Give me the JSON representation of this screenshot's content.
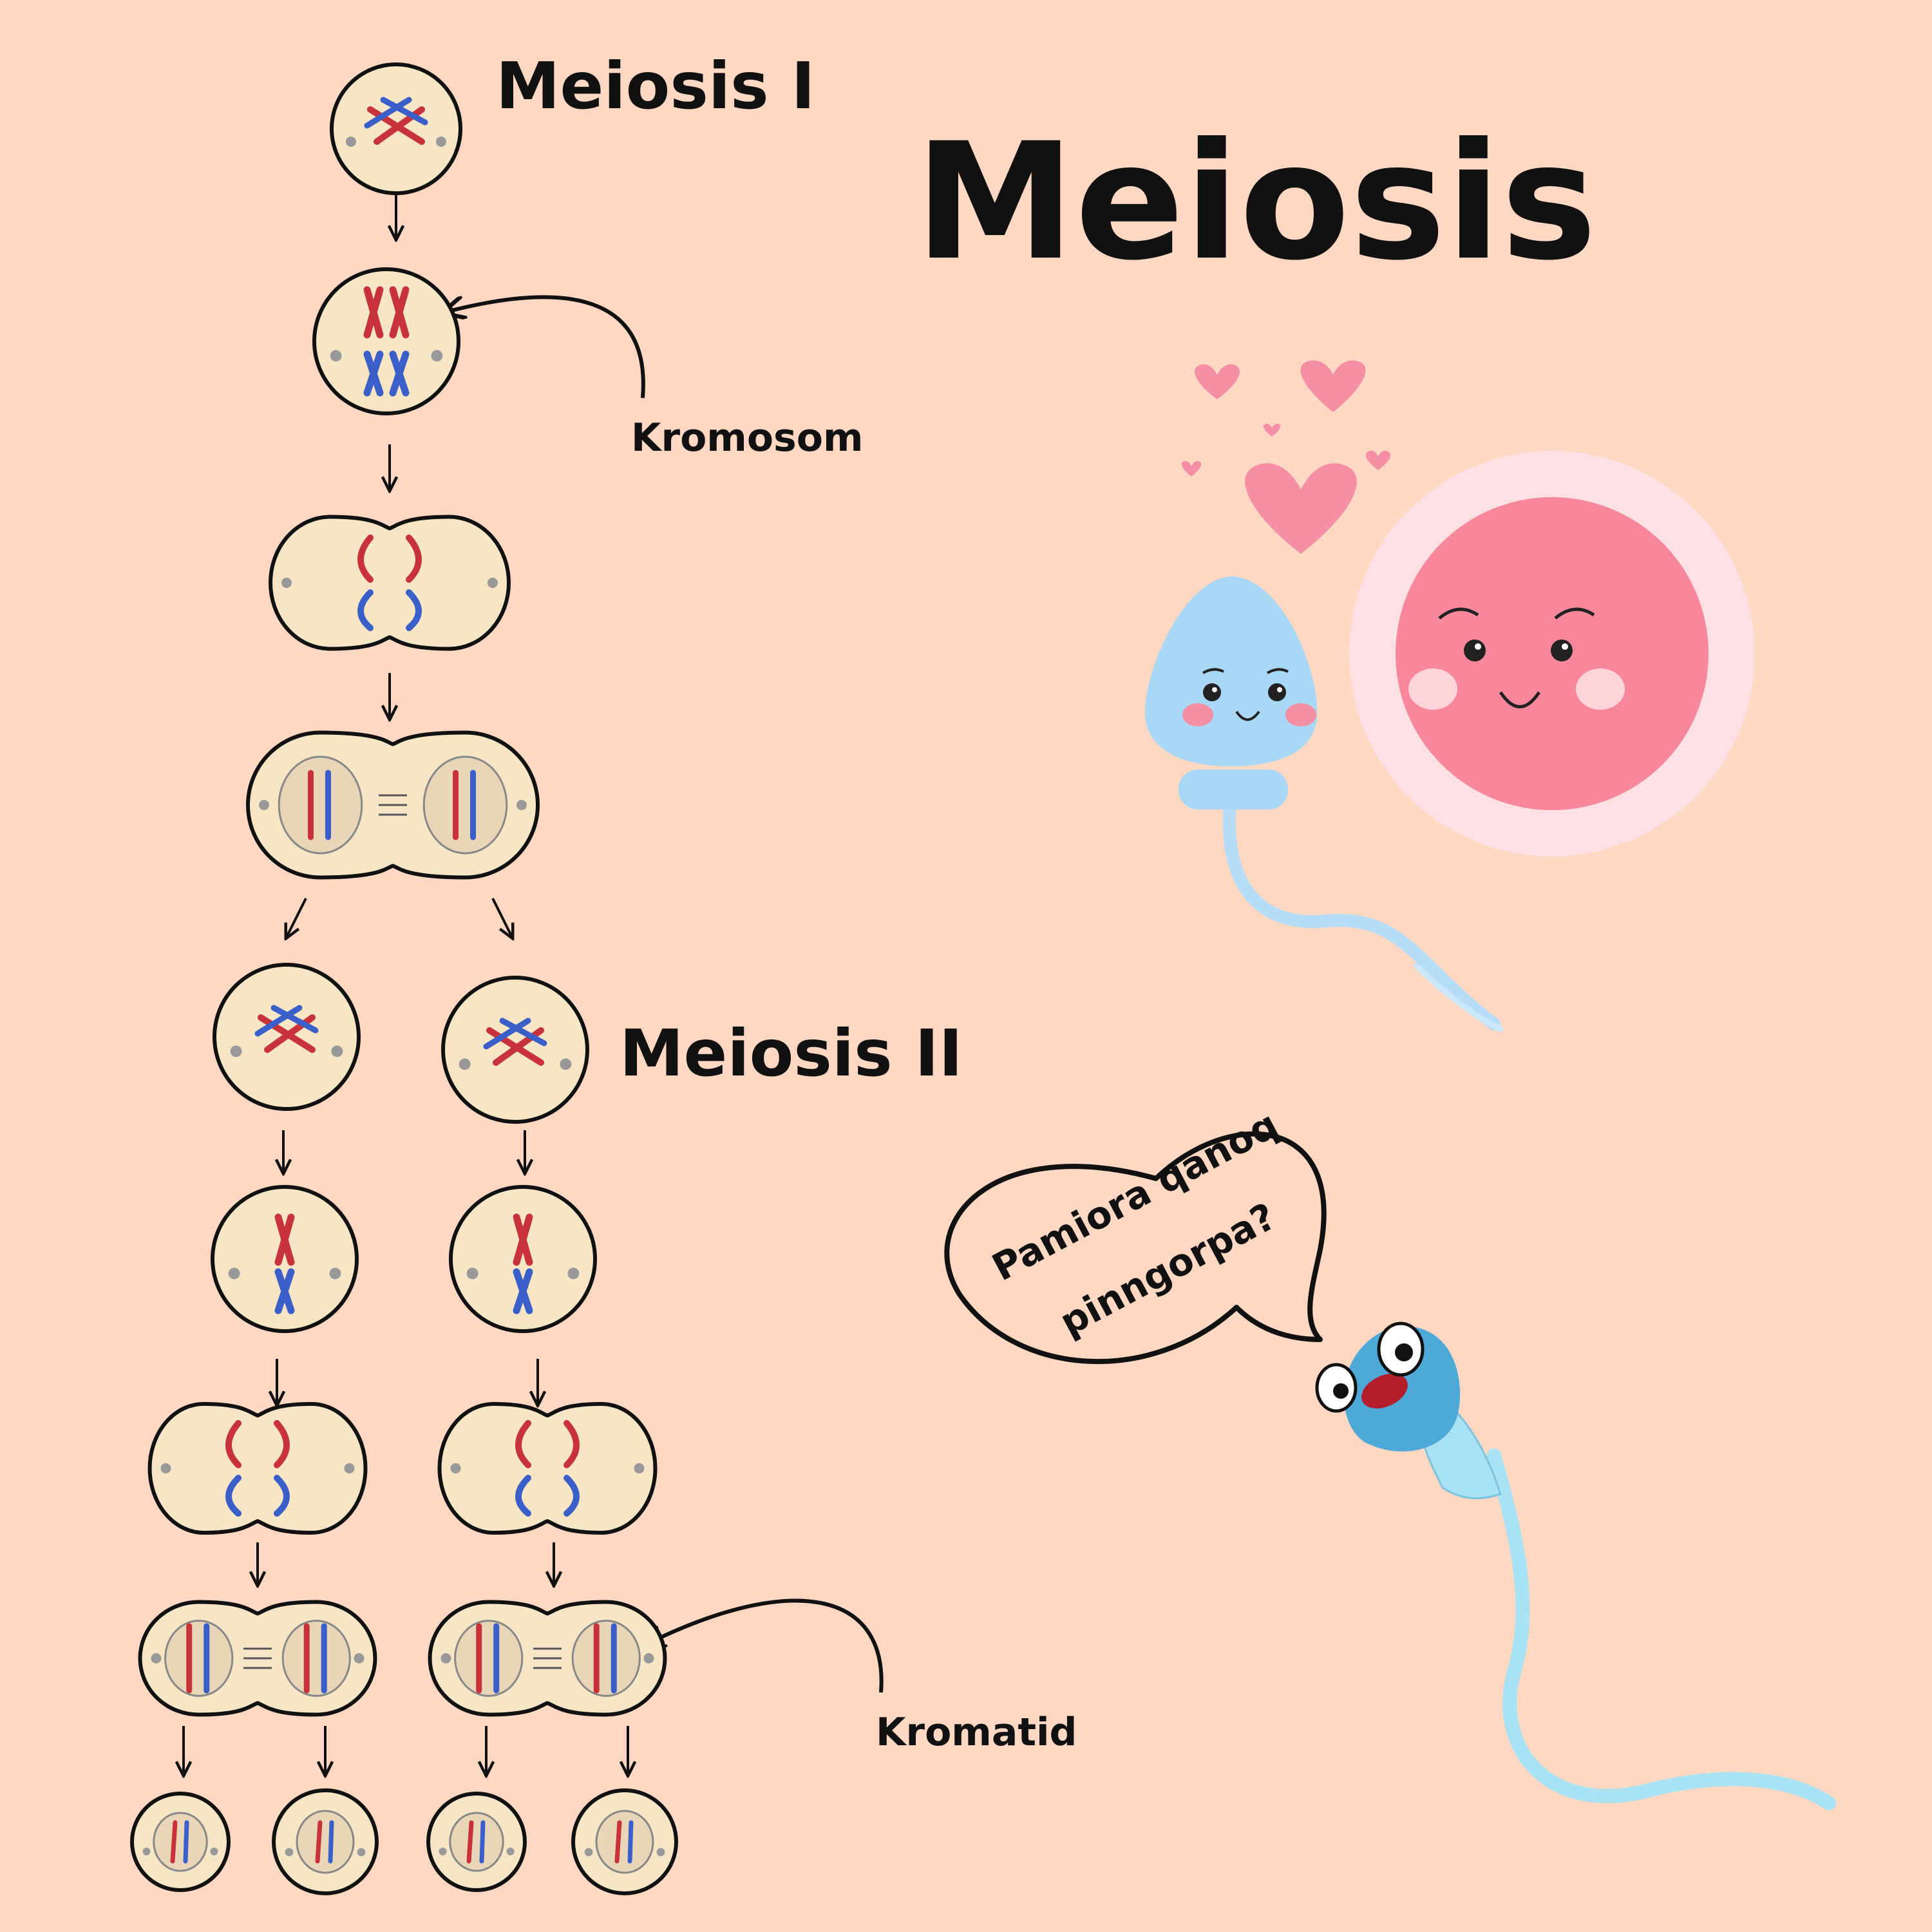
{
  "title": "Meiosis",
  "stage_labels": {
    "meiosis_1": "Meiosis I",
    "meiosis_2": "Meiosis II"
  },
  "annotations": {
    "chromosome": "Kromosom",
    "chromatid": "Kromatid"
  },
  "speech_bubble": {
    "line1": "Pamiora qanoq",
    "line2": "pinngorpa?"
  },
  "colors": {
    "background": "#FED8C2",
    "cell_fill": "#F6E6C6",
    "cell_outline": "#111111",
    "chromosome_red": "#C8333A",
    "chromosome_blue": "#3B5FC8",
    "egg_pink": "#F7879A",
    "egg_ring": "#FCE0E3",
    "sperm_blue": "#A8D8F5",
    "heart_pink": "#F58FA6"
  },
  "icons": [
    "down-arrow-icon",
    "heart-icon",
    "curved-pointer-arrow-icon"
  ]
}
